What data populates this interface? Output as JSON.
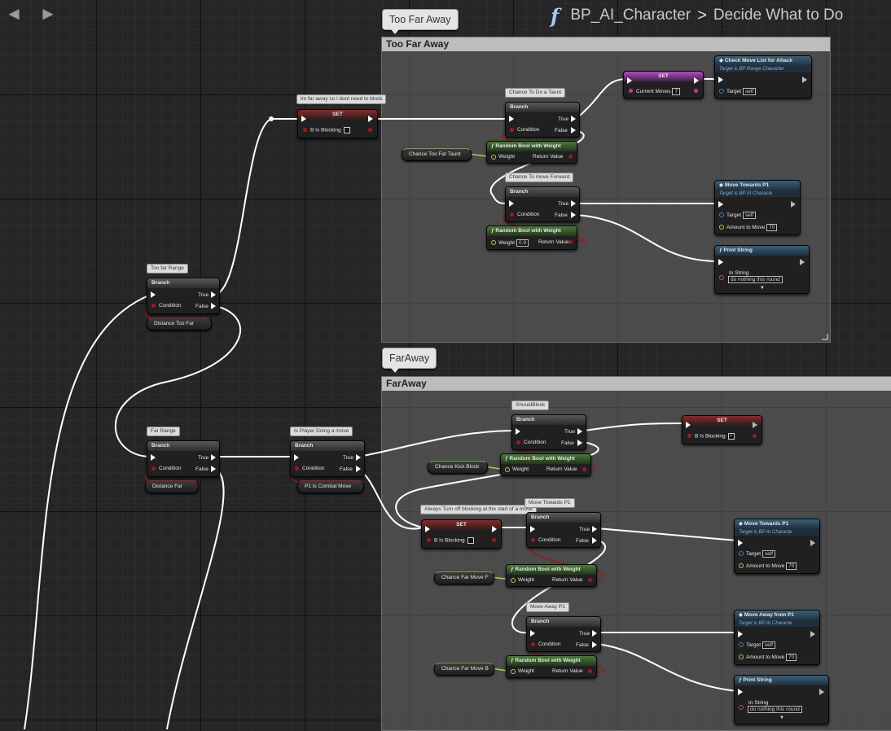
{
  "breadcrumb": {
    "function_icon": "f",
    "blueprint": "BP_AI_Character",
    "separator": ">",
    "graph": "Decide What to Do"
  },
  "nav": {
    "back": "◄",
    "forward": "►"
  },
  "comments": {
    "too_far": {
      "bubble": "Too Far Away",
      "title": "Too Far Away"
    },
    "far": {
      "bubble": "FarAway",
      "title": "FarAway"
    }
  },
  "tags": {
    "too_far_range": "Too far Range",
    "far_range": "Far Range",
    "im_far_away": "Im far away so i dont need to block",
    "chance_taunt": "Chance To Do a Taunt",
    "chance_forward": "Chance To move Forward",
    "is_player_move": "Is Player Doing a move",
    "should_block": "ShouldBlock",
    "always_turn_off": "Always Turn off blocking at the start of a move",
    "move_towards_tag": "Move Towards P1",
    "move_away_tag": "Move Away P1"
  },
  "labels": {
    "branch": "Branch",
    "set": "SET",
    "condition": "Condition",
    "true": "True",
    "false": "False",
    "b_is_blocking": "B Is Blocking",
    "current_moves": "Current Moves",
    "current_moves_val": "7",
    "random_bool": "Random Bool with Weight",
    "weight": "Weight",
    "return_value": "Return Value",
    "weight_val": "0.9",
    "target": "Target",
    "self": "self",
    "amount_to_move": "Amount to Move",
    "amount_val": "70",
    "in_string": "In String",
    "print_string": "Print String",
    "do_nothing": "do nothing this round",
    "check_move_list": "Check Move List for Attack",
    "target_range": "Target is BP Range Character",
    "target_ai": "Target is BP AI Characte",
    "move_towards": "Move Towards P1",
    "move_away": "Move Away from P1",
    "checked": "✓",
    "dropdown": "▼"
  },
  "vars": {
    "distance_too_far": "Distance Too Far",
    "distance_far": "Distance Far",
    "chance_too_far_taunt": "Chance Too Far Taunt",
    "chance_kick_block": "Chance Kick Block",
    "chance_far_move_f": "Chance Far Move F",
    "chance_far_move_b": "Chance Far Move B",
    "p1_combat_move": "P1 Is Combat Move"
  }
}
